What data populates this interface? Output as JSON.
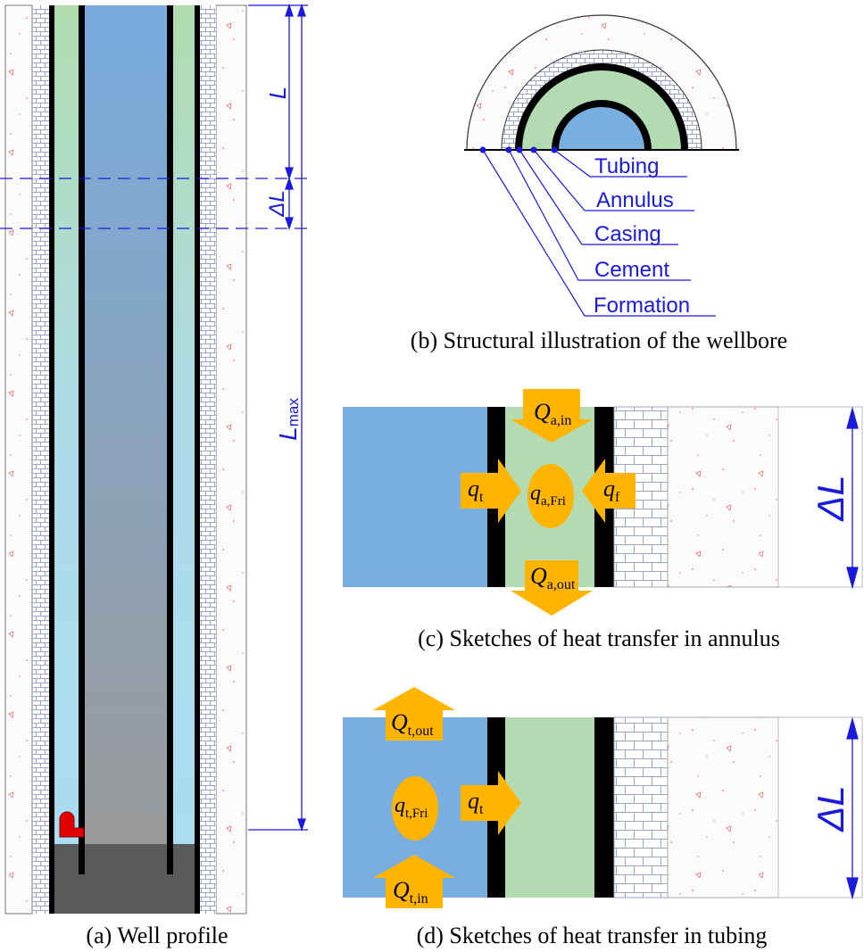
{
  "captions": {
    "a": "(a) Well profile",
    "b": "(b) Structural illustration of the wellbore",
    "c": "(c) Sketches of heat transfer in annulus",
    "d": "(d) Sketches of heat transfer in tubing"
  },
  "well_profile": {
    "dim_L": "L",
    "dim_dL": "ΔL",
    "dim_Lmax_main": "L",
    "dim_Lmax_sub": "max"
  },
  "structure": {
    "layers": [
      "Tubing",
      "Annulus",
      "Casing",
      "Cement",
      "Formation"
    ]
  },
  "annulus_sketch": {
    "Q_in": {
      "sym": "Q",
      "sub": "a,in"
    },
    "Q_out": {
      "sym": "Q",
      "sub": "a,out"
    },
    "q_t": {
      "sym": "q",
      "sub": "t"
    },
    "q_f": {
      "sym": "q",
      "sub": "f"
    },
    "q_fri": {
      "sym": "q",
      "sub": "a,Fri"
    },
    "dim": "ΔL"
  },
  "tubing_sketch": {
    "Q_out": {
      "sym": "Q",
      "sub": "t,out"
    },
    "Q_in": {
      "sym": "Q",
      "sub": "t,in"
    },
    "q_fri": {
      "sym": "q",
      "sub": "t,Fri"
    },
    "q_t": {
      "sym": "q",
      "sub": "t"
    },
    "dim": "ΔL"
  },
  "colors": {
    "tubing_fluid": "#79aee0",
    "annulus_fluid": "#b2dbb2",
    "steel": "#000000",
    "cement_grid": "#9aa4c8",
    "formation_dots": "#e07070",
    "arrow": "#ffb400",
    "dimension": "#1a1adc",
    "heater": "#e00000",
    "bottom_plug": "#5a5a5a"
  }
}
